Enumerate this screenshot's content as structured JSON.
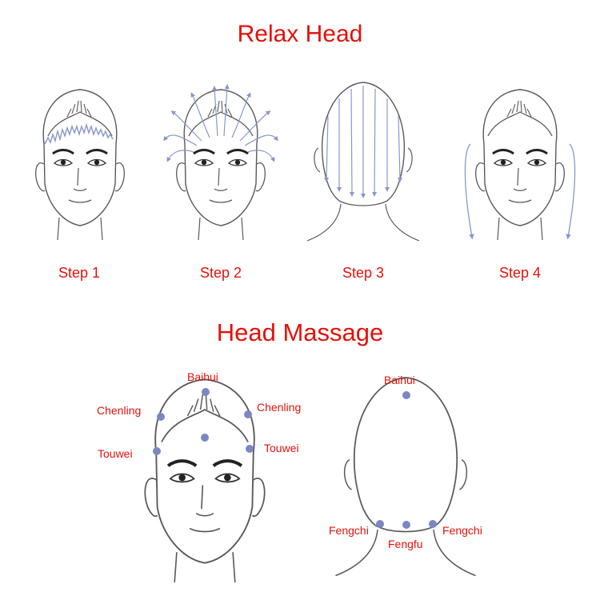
{
  "sections": {
    "relax_title": "Relax Head",
    "massage_title": "Head Massage"
  },
  "steps": [
    "Step 1",
    "Step 2",
    "Step 3",
    "Step 4"
  ],
  "points_front": {
    "baihui": "Baihui",
    "chenling_left": "Chenling",
    "chenling_right": "Chenling",
    "touwei_left": "Touwei",
    "touwei_right": "Touwei"
  },
  "points_back": {
    "baihui": "Baihui",
    "fengchi_left": "Fengchi",
    "fengchi_right": "Fengchi",
    "fengfu": "Fengfu"
  },
  "colors": {
    "text": "#e3120b",
    "point": "#7b87c4",
    "line": "#5a5a5a",
    "arrow": "#8a96cc"
  }
}
